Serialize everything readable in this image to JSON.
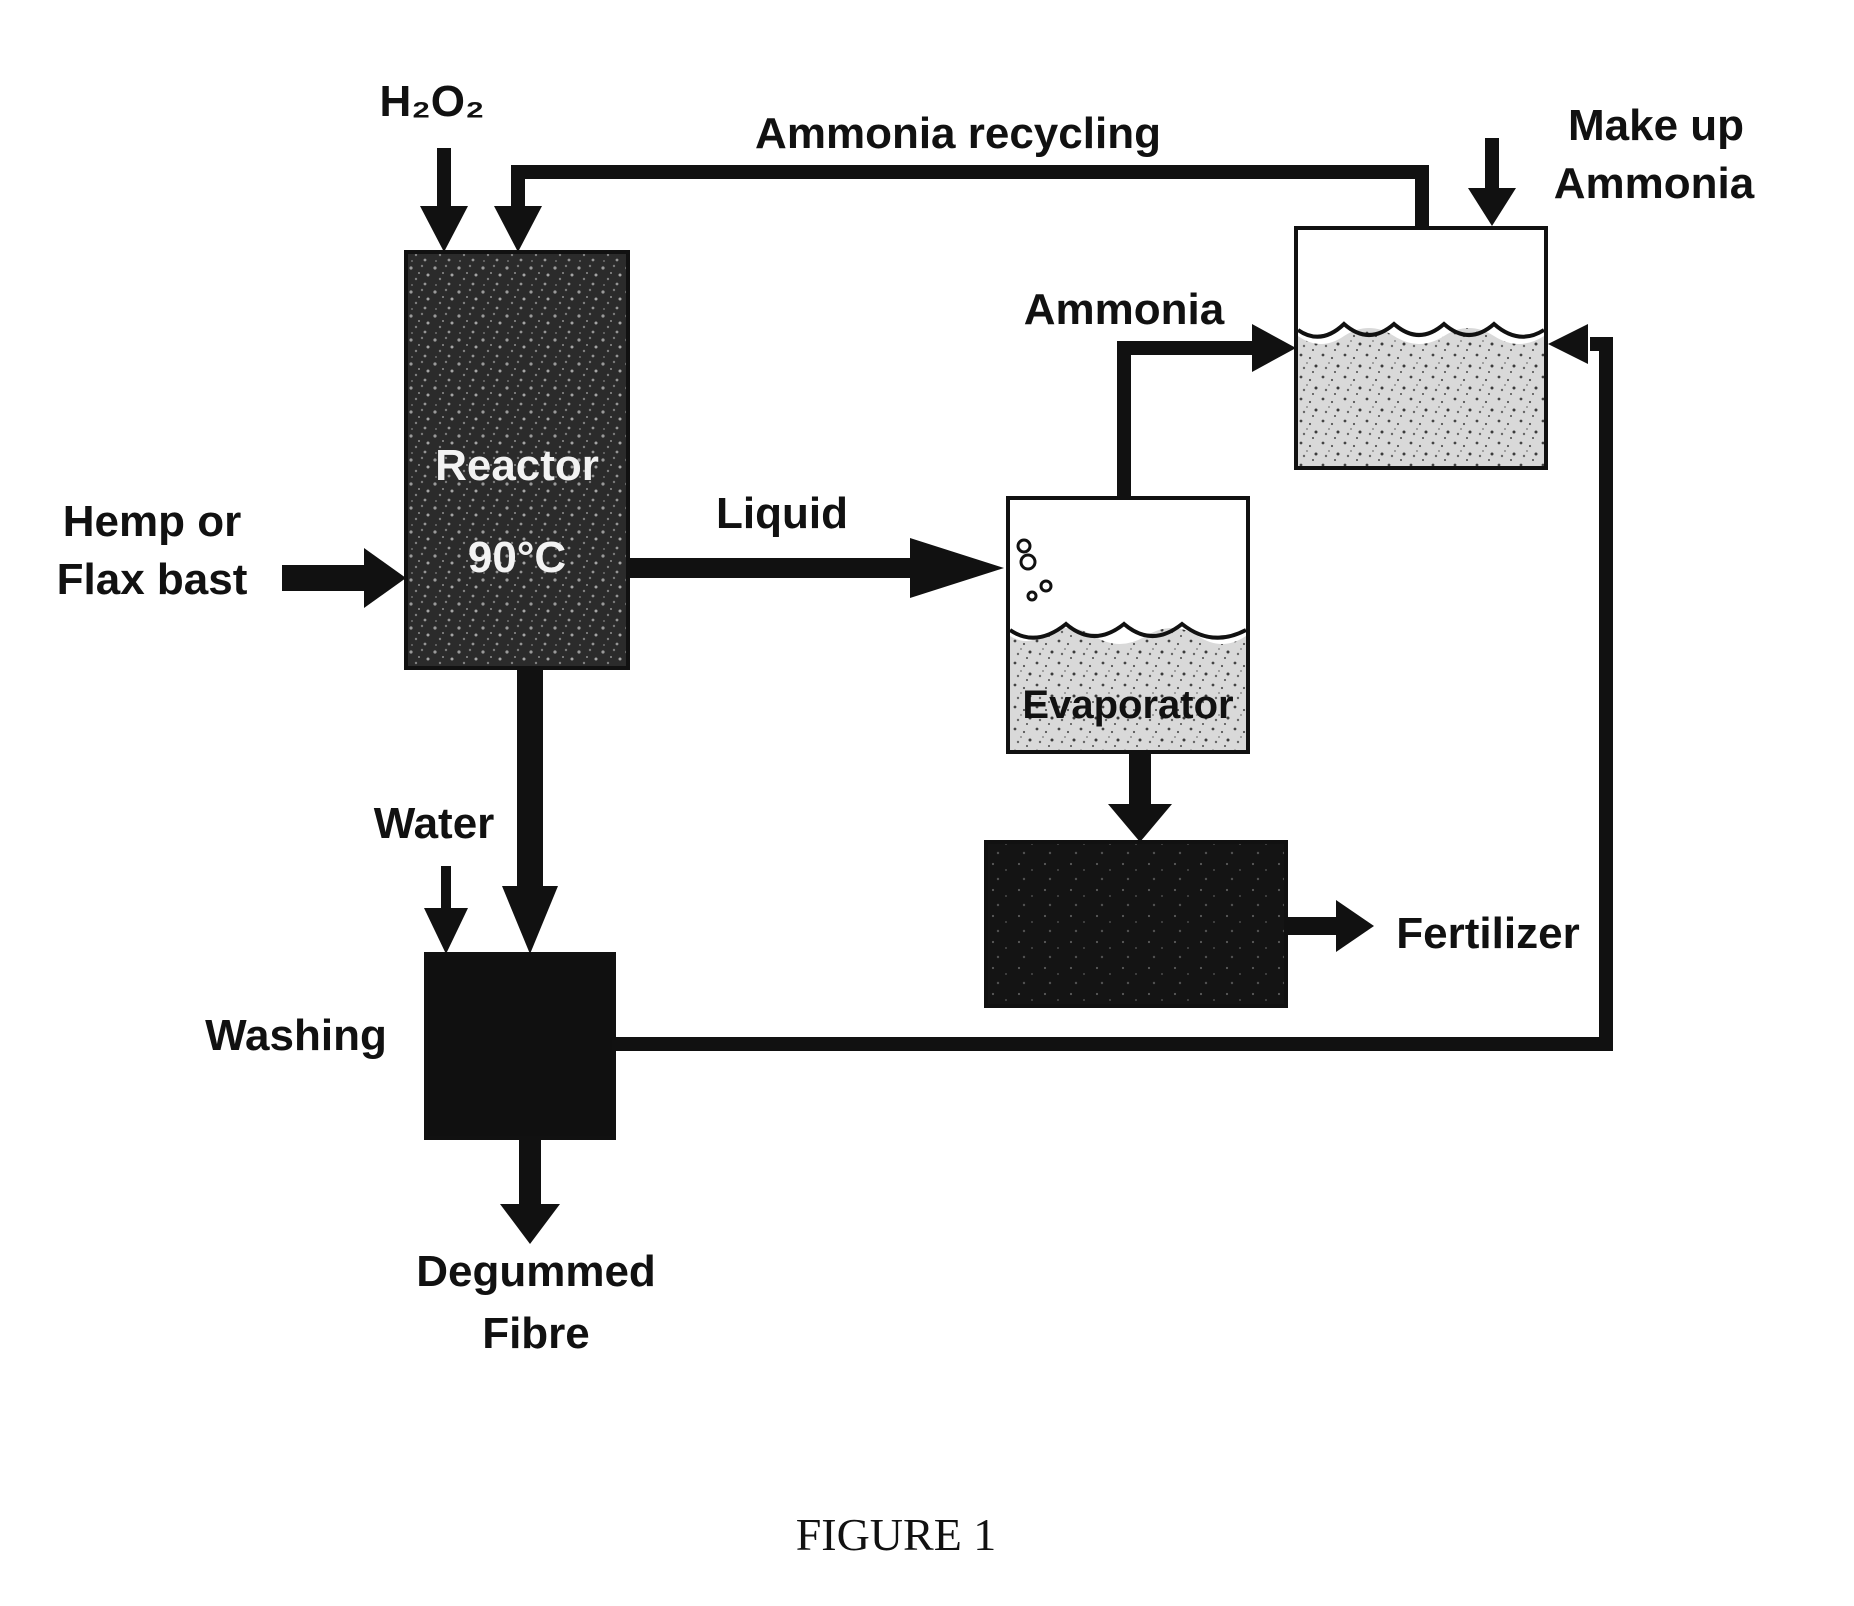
{
  "diagram": {
    "labels": {
      "h2o2": "H₂O₂",
      "ammonia_recycling": "Ammonia recycling",
      "make_up_ammonia_line1": "Make up",
      "make_up_ammonia_line2": "Ammonia",
      "ammonia": "Ammonia",
      "liquid": "Liquid",
      "hemp_line1": "Hemp or",
      "hemp_line2": "Flax bast",
      "reactor_line1": "Reactor",
      "reactor_line2": "90°C",
      "evaporator": "Evaporator",
      "water": "Water",
      "washing": "Washing",
      "fertilizer": "Fertilizer",
      "degummed_line1": "Degummed",
      "degummed_line2": "Fibre"
    },
    "caption": "FIGURE 1"
  }
}
